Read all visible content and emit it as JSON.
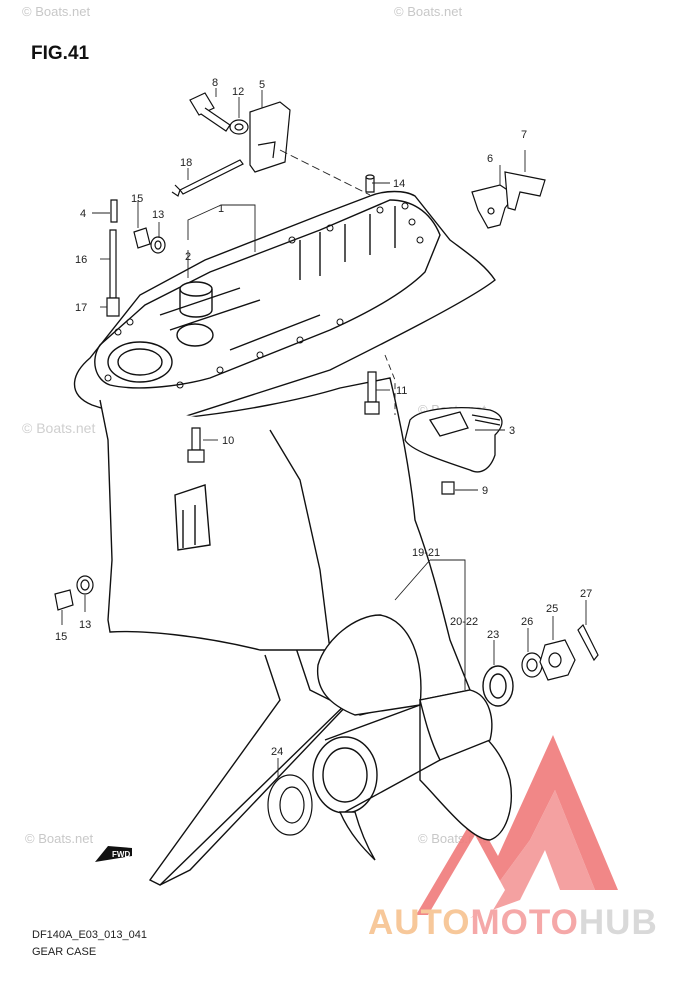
{
  "figure_title": "FIG.41",
  "drawing_code": "DF140A_E03_013_041",
  "caption": "GEAR CASE",
  "watermark_text": "© Boats.net",
  "brand": {
    "part1": "AUTO",
    "part2": "MOTO",
    "part3": "HUB",
    "color1": "#f7c89a",
    "color2": "#f5a8a8",
    "color3": "#d9d9d9"
  },
  "fwd_label": "FWD",
  "callouts": {
    "c1": "1",
    "c2": "2",
    "c3": "3",
    "c4": "4",
    "c5": "5",
    "c6": "6",
    "c7": "7",
    "c8": "8",
    "c9": "9",
    "c10": "10",
    "c11": "11",
    "c12": "12",
    "c13a": "13",
    "c13b": "13",
    "c14": "14",
    "c15a": "15",
    "c15b": "15",
    "c16": "16",
    "c17": "17",
    "c18": "18",
    "c19_21": "19-21",
    "c20_22": "20-22",
    "c23": "23",
    "c24": "24",
    "c25": "25",
    "c26": "26",
    "c27": "27"
  }
}
